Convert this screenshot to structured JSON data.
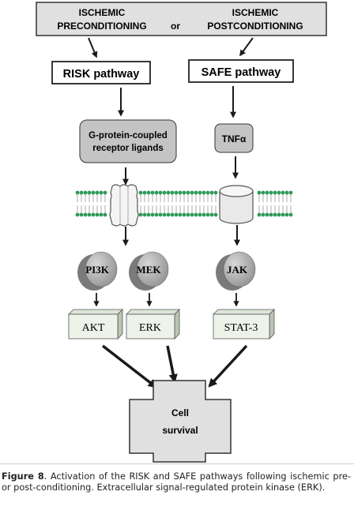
{
  "top_box": {
    "left_line1": "ISCHEMIC",
    "left_line2": "PRECONDITIONING",
    "connector": "or",
    "right_line1": "ISCHEMIC",
    "right_line2": "POSTCONDITIONING"
  },
  "pathways": {
    "risk": "RISK pathway",
    "safe": "SAFE pathway"
  },
  "ligands": {
    "line1": "G-protein-coupled",
    "line2": "receptor ligands",
    "tnf": "TNFα"
  },
  "kinases": {
    "pi3k": "PI3K",
    "mek": "MEK",
    "jak": "JAK"
  },
  "effectors": {
    "akt": "AKT",
    "erk": "ERK",
    "stat3": "STAT-3"
  },
  "outcome": {
    "line1": "Cell",
    "line2": "survival"
  },
  "caption": {
    "label": "Figure 8",
    "text": ". Activation of the RISK and SAFE pathways following ischemic pre- or post-conditioning. Extracellular signal-regulated protein kinase (ERK)."
  },
  "colors": {
    "box_fill": "#e0e0e0",
    "receptor_fill": "#c4c4c4",
    "effector_fill": "#eef3ea",
    "lipid_head": "#2f9a5a"
  }
}
